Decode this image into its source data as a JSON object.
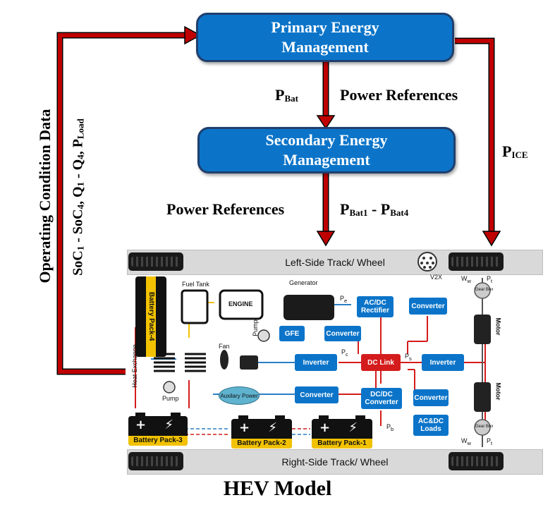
{
  "primary_box": {
    "line1": "Primary Energy",
    "line2": "Management"
  },
  "secondary_box": {
    "line1": "Secondary Energy",
    "line2": "Management"
  },
  "labels": {
    "pbat_main": "P",
    "pbat_sub": "Bat",
    "power_refs_top": "Power References",
    "pice_main": "P",
    "pice_sub": "ICE",
    "power_refs_bottom": "Power References",
    "pbat14_p1": "P",
    "pbat14_s1": "Bat1",
    "pbat14_mid": " - P",
    "pbat14_s2": "Bat4"
  },
  "side_text": {
    "operating": "Operating Condition Data",
    "soc_parts": [
      "SoC",
      "1",
      " - SoC",
      "4",
      ", Q",
      "1",
      " - Q",
      "4",
      ", P",
      "Load"
    ]
  },
  "hev": {
    "left_track": "Left-Side Track/ Wheel",
    "right_track": "Right-Side Track/ Wheel",
    "v2x": "V2X",
    "fuel_tank": "Fuel Tank",
    "engine": "ENGINE",
    "generator": "Generator",
    "pump_top": "Pump",
    "pump_bottom": "Pump",
    "fan": "Fan",
    "heat_exchange": "Heat Exchange",
    "auxiliary": "Auxilary Power",
    "motor_top": "Motor",
    "motor_bottom": "Motor",
    "gear_box": "Gear Box",
    "ww": "W",
    "ww_sub": "w",
    "pt": "P",
    "pt_sub": "t",
    "pe": "P",
    "pe_sub": "e",
    "pc": "P",
    "pc_sub": "c",
    "ps": "P",
    "ps_sub": "s",
    "pb": "P",
    "pb_sub": "b",
    "blocks": {
      "acdc_rectifier": "AC/DC Rectifier",
      "converter_v2x": "Converter",
      "gfe": "GFE",
      "converter_gfe": "Converter",
      "inverter_left": "Inverter",
      "dc_link": "DC Link",
      "inverter_right": "Inverter",
      "converter_aux": "Converter",
      "dcdc_converter": "DC/DC Converter",
      "converter_loads": "Converter",
      "acdc_loads": "AC&DC Loads"
    },
    "batteries": {
      "pack1": "Battery Pack-1",
      "pack2": "Battery Pack-2",
      "pack3": "Battery Pack-3",
      "pack4": "Battery Pack-4"
    }
  },
  "model_title": "HEV Model",
  "colors": {
    "box_blue": "#0b74c9",
    "arrow_red": "#c00000",
    "dc_link": "#d41c1c",
    "battery_yellow": "#f2c200"
  }
}
